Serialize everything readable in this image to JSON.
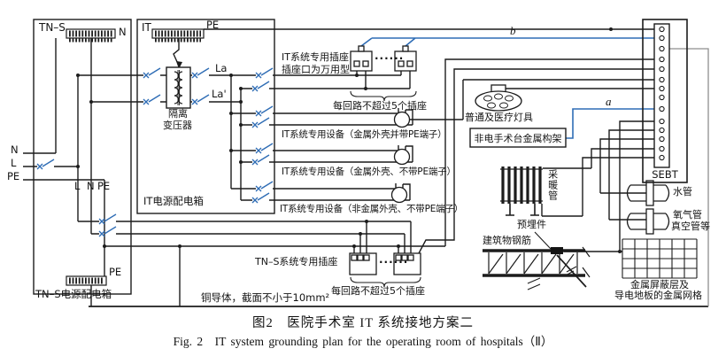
{
  "colors": {
    "wire": "#1c1c1c",
    "bond_blue": "#2f6db5",
    "gray": "#8e8e8e"
  },
  "tns_panel": {
    "title": "TN–S",
    "busbar_label": "N",
    "feeder_n": "N",
    "feeder_l": "L",
    "feeder_pe": "PE",
    "inner_l": "L",
    "inner_n": "N",
    "inner_pe": "PE",
    "bottom_busbar_label": "PE",
    "panel_label": "TN–S电源配电箱"
  },
  "it_panel": {
    "title": "IT",
    "busbar_label": "PE",
    "panel_label": "IT电源配电箱",
    "transformer_line1": "隔离",
    "transformer_line2": "变压器",
    "la": "La",
    "la_prime": "La'"
  },
  "circuits": {
    "it_socket_line1": "IT系统专用插座",
    "it_socket_line2": "插座口为万用型",
    "it_socket_note": "每回路不超过5个插座",
    "socket_dots": "······",
    "device1": "IT系统专用设备（金属外壳并带PE端子）",
    "device2": "IT系统专用设备（金属外壳、不带PE端子）",
    "device3": "IT系统专用设备（非金属外壳、不带PE端子）",
    "tns_socket": "TN–S系统专用插座",
    "tns_socket_dots": "······",
    "tns_socket_note": "每回路不超过5个插座"
  },
  "bonding": {
    "line_a": "a",
    "line_b": "b",
    "sebt": "SEBT",
    "lamp": "普通及医疗灯具",
    "table_frame": "非电手术台金属构架",
    "radiator": "采暖管",
    "water_pipe": "水管",
    "oxygen_pipe": "氧气管",
    "vacuum_pipe": "真空管等",
    "embedded_part": "预埋件",
    "rebar": "建筑物钢筋",
    "floor_grid_line1": "金属屏蔽层及",
    "floor_grid_line2": "导电地板的金属网格",
    "copper_note": "铜导体，截面不小于10mm²"
  },
  "caption": {
    "zh": "图2　医院手术室 IT 系统接地方案二",
    "en": "Fig. 2　IT system grounding plan for the operating room of hospitals（Ⅱ）"
  }
}
